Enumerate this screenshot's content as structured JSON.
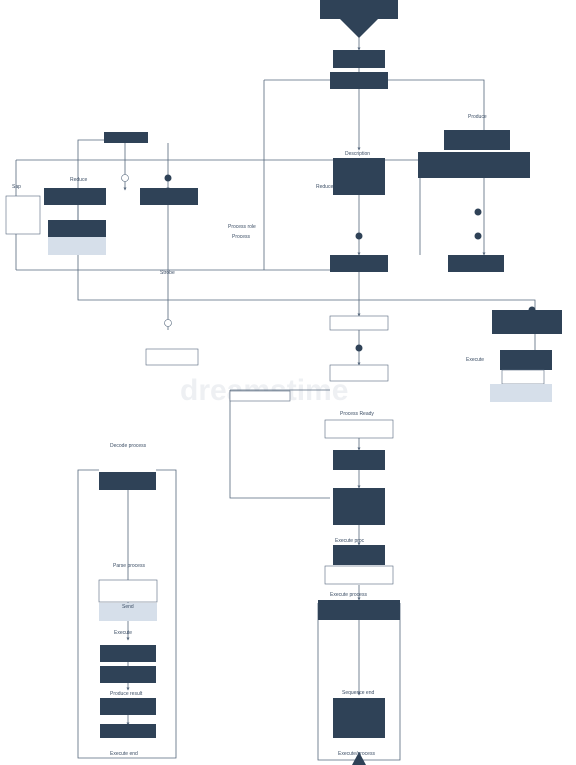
{
  "labels": {
    "left_title": "Sap",
    "left_box_title": "Reduce",
    "center_label_1": "Process role",
    "center_label_2": "Process",
    "right_top_label": "Produce",
    "right_sub_label": "Description",
    "right_note": "Reduce",
    "mid_label": "Strobe",
    "right_mid_label": "Execute",
    "lower_center_label": "Process Ready",
    "lower_left_title": "Decode process",
    "lower_left_mid": "Parse process",
    "lower_left_note": "Send",
    "lower_left_label": "Execute",
    "lower_left_bottom": "Produce result",
    "lower_left_end": "Execute end",
    "lower_right_label": "Execute proc",
    "lower_right_mid": "Execute process",
    "lower_right_end": "Sequence end",
    "lower_right_final": "Execute/process"
  },
  "colors": {
    "node_fill": "#2f4257",
    "line": "#55677c",
    "light_fill": "#d6dfea"
  },
  "watermark": "dreamstime"
}
